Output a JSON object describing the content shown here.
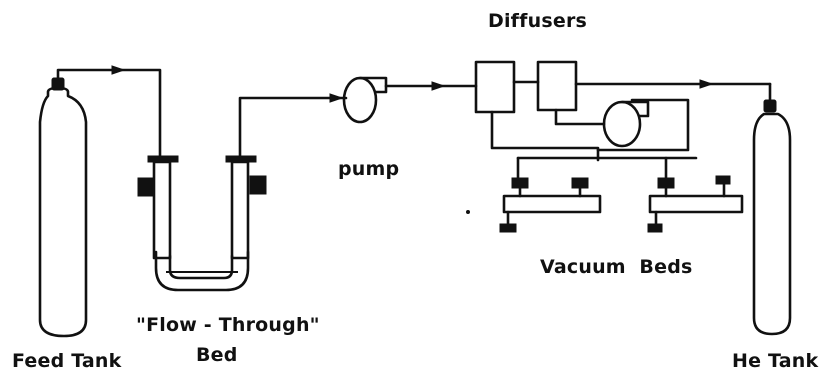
{
  "labels": {
    "feed_tank": "Feed Tank",
    "bed_line1": "\"Flow - Through\"",
    "bed_line2": "Bed",
    "pump": "pump",
    "diffusers": "Diffusers",
    "vacuum_beds": "Vacuum  Beds",
    "he_tank": "He Tank"
  },
  "colors": {
    "ink": "#111111",
    "background": "#ffffff"
  }
}
